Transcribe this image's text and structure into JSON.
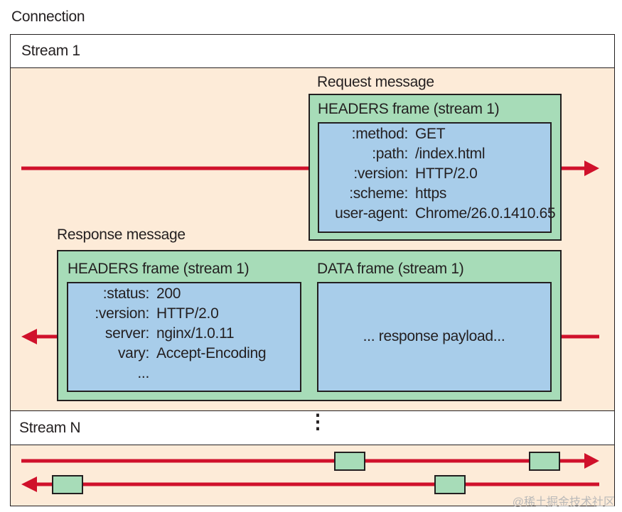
{
  "diagram": {
    "connection_label": "Connection",
    "stream1_label": "Stream 1",
    "streamN_label": "Stream N",
    "vertical_ellipsis": "⋮",
    "request": {
      "title": "Request message",
      "headers_frame_title": "HEADERS frame (stream 1)",
      "headers": [
        {
          "key": ":method:",
          "value": "GET"
        },
        {
          "key": ":path:",
          "value": "/index.html"
        },
        {
          "key": ":version:",
          "value": "HTTP/2.0"
        },
        {
          "key": ":scheme:",
          "value": "https"
        },
        {
          "key": "user-agent:",
          "value": "Chrome/26.0.1410.65"
        }
      ]
    },
    "response": {
      "title": "Response message",
      "headers_frame_title": "HEADERS frame (stream 1)",
      "data_frame_title": "DATA frame (stream 1)",
      "headers": [
        {
          "key": ":status:",
          "value": "200"
        },
        {
          "key": ":version:",
          "value": "HTTP/2.0"
        },
        {
          "key": "server:",
          "value": "nginx/1.0.11"
        },
        {
          "key": "vary:",
          "value": "Accept-Encoding"
        },
        {
          "key": "...",
          "value": ""
        }
      ],
      "payload_text": "... response payload..."
    },
    "watermark": "@稀土掘金技术社区"
  },
  "colors": {
    "arrow": "#d0112b",
    "frame_green": "#a7dcb8",
    "frame_blue": "#a8cdea",
    "stream_body": "#fdebd8",
    "outline": "#231f20"
  }
}
